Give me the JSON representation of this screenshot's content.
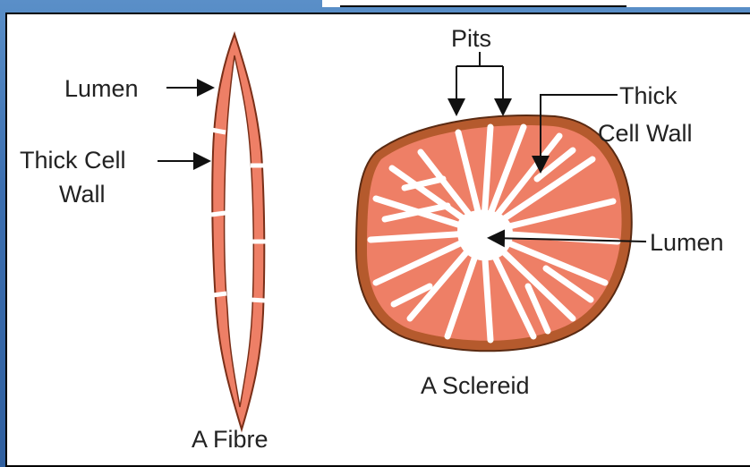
{
  "labels": {
    "fibre_lumen": "Lumen",
    "fibre_wall_line1": "Thick Cell",
    "fibre_wall_line2": "Wall",
    "fibre_caption": "A Fibre",
    "pits": "Pits",
    "scl_wall_line1": "Thick",
    "scl_wall_line2": "Cell Wall",
    "scl_lumen": "Lumen",
    "scl_caption": "A Sclereid"
  },
  "colors": {
    "wall_fill": "#ee7f66",
    "wall_border": "#b5552e",
    "outer_rim": "#b55a2d",
    "lumen": "#ffffff",
    "text": "#222222",
    "frame_bg": "#3c6fb0"
  }
}
